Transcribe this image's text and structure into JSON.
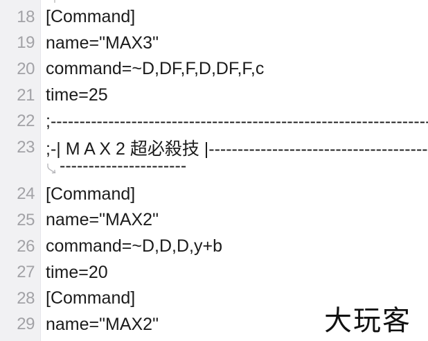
{
  "editor": {
    "gutter_bg": "#f1f1f3",
    "line_number_color": "#a2a2a6",
    "text_color": "#1b1b1b",
    "lines": [
      {
        "number": "18",
        "text": "[Command]"
      },
      {
        "number": "19",
        "text": "name=\"MAX3\""
      },
      {
        "number": "20",
        "text": "command=~D,DF,F,D,DF,F,c"
      },
      {
        "number": "21",
        "text": "time=25"
      },
      {
        "number": "22",
        "text": ";--------------------------------------------------------------------------------------------"
      },
      {
        "number": "23",
        "text": ";-| M A X 2 超必殺技 |--------------------------------------------------",
        "continuation": "----------------------"
      },
      {
        "number": "24",
        "text": "[Command]"
      },
      {
        "number": "25",
        "text": "name=\"MAX2\""
      },
      {
        "number": "26",
        "text": "command=~D,D,D,y+b"
      },
      {
        "number": "27",
        "text": "time=20"
      },
      {
        "number": "28",
        "text": "[Command]"
      },
      {
        "number": "29",
        "text": "name=\"MAX2\""
      }
    ],
    "wrap_icon": "soft-wrap-arrow-icon"
  },
  "watermark": {
    "text": "大玩客"
  }
}
